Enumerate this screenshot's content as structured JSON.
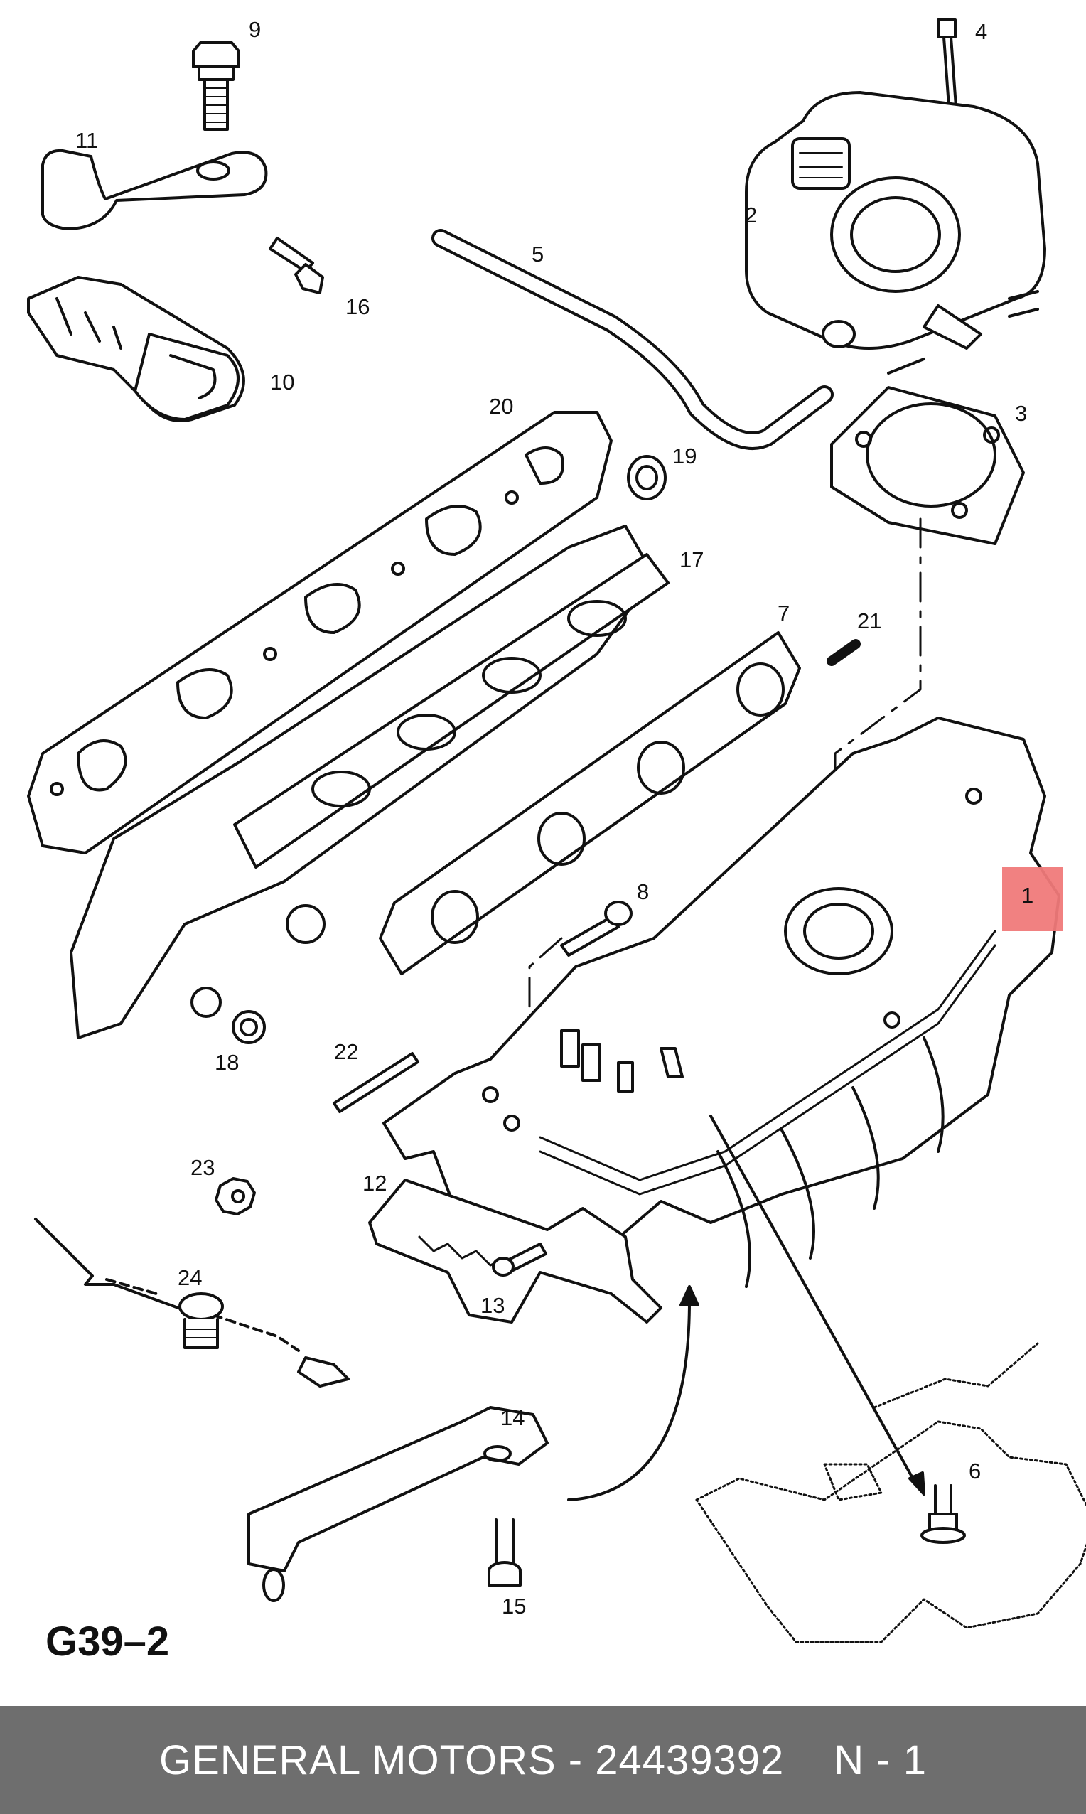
{
  "diagram": {
    "figure_label": "G39–2",
    "callouts": [
      "1",
      "2",
      "3",
      "4",
      "5",
      "6",
      "7",
      "8",
      "9",
      "10",
      "11",
      "12",
      "13",
      "14",
      "15",
      "16",
      "17",
      "18",
      "19",
      "20",
      "21",
      "22",
      "23",
      "24"
    ],
    "highlighted_callout": "1",
    "highlight_color": "#f07a7a"
  },
  "footer": {
    "brand": "GENERAL MOTORS",
    "separator": "-",
    "part_number": "24439392",
    "position": "N - 1",
    "background_color": "#6e6e6e"
  }
}
